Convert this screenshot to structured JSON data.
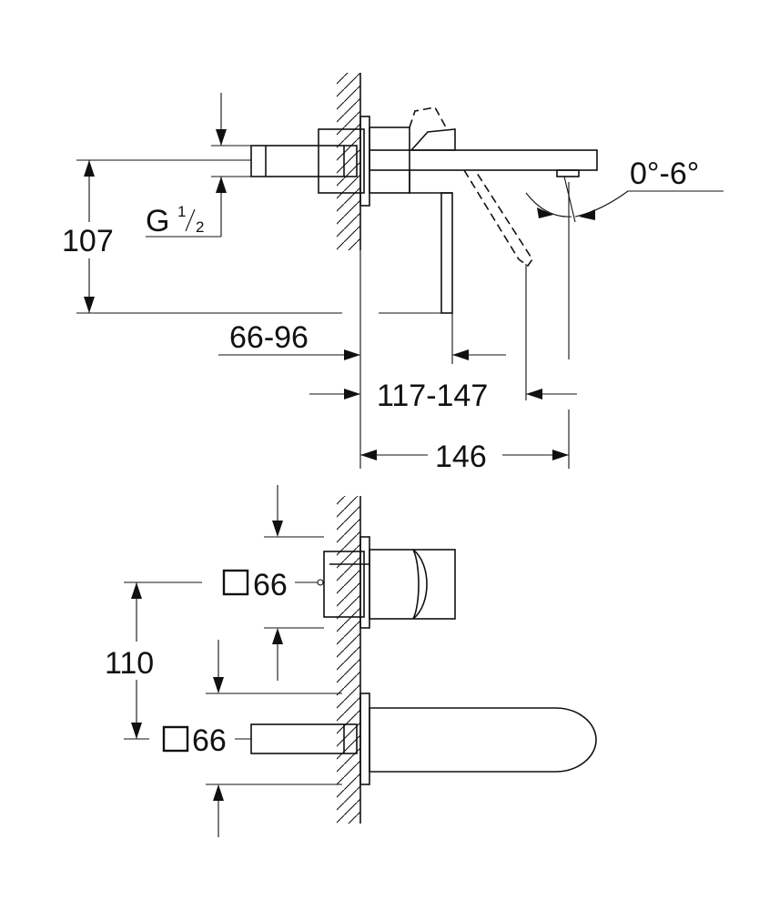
{
  "top_view": {
    "dim_height": "107",
    "thread_main": "G",
    "thread_numerator": "1",
    "thread_denominator": "2",
    "dim_wall_depth": "66-96",
    "dim_lever_reach": "117-147",
    "dim_spout_length": "146",
    "dim_angle": "0°-6°"
  },
  "front_view": {
    "dim_spacing": "110",
    "square_size_upper": "66",
    "square_size_lower": "66"
  }
}
